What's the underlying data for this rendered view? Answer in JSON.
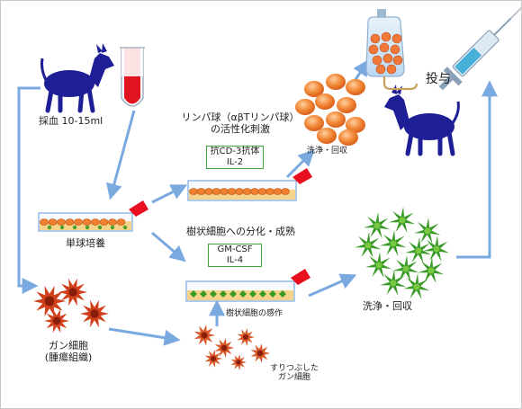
{
  "labels": {
    "blood_draw": "採血 10-15ml",
    "monocyte_culture": "単球培養",
    "lymphocyte_title_1": "リンパ球（αβTリンパ球）",
    "lymphocyte_title_2": "の活性化刺激",
    "wash_collect_1": "洗浄・回収",
    "administration": "投与",
    "dendritic_title": "樹状細胞への分化・成熟",
    "wash_collect_2": "洗浄・回収",
    "sensitization": "樹状細胞の感作",
    "cancer_cells_1": "ガン細胞",
    "cancer_cells_2": "(腫瘍組織)",
    "crushed_1": "すりつぶした",
    "crushed_2": "ガン細胞"
  },
  "boxes": {
    "stim1_line1": "抗CD-3抗体",
    "stim1_line2": "IL-2",
    "stim2_line1": "GM-CSF",
    "stim2_line2": "IL-4"
  },
  "colors": {
    "dog": "#1e1e96",
    "blood": "#e0141e",
    "arrow": "#7aa9e0",
    "orange_cell": "#f08030",
    "dendritic": "#3a9a28",
    "cancer": "#d0401a",
    "flask_cap": "#e8101e",
    "stim_border": "#3aa83a"
  },
  "icons": [
    "dog-icon",
    "blood-tube-icon",
    "culture-flask-icon",
    "iv-bag-icon",
    "syringe-icon",
    "dendritic-cell-icon",
    "cancer-cell-icon"
  ]
}
